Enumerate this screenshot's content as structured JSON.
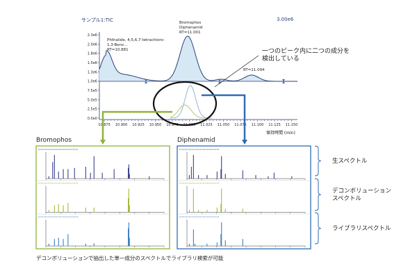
{
  "chromatogram": {
    "title": "サンプル1:TIC",
    "scale": "3.00e6",
    "xlabel": "保持時間 (min)",
    "yticks": [
      "2.3e6",
      "2.0e6",
      "1.8e6",
      "1.5e6",
      "1.3e6",
      "1.0e6",
      "7.5e5",
      "5.0e5",
      "2.5e5",
      "0.0e0"
    ],
    "xticks": [
      "10.875",
      "10.900",
      "10.925",
      "10.950",
      "10.975",
      "11.000",
      "11.025",
      "11.050",
      "11.075",
      "11.100",
      "11.125",
      "11.150"
    ],
    "peaks": [
      {
        "label": "Phthalide, 4,5,6,7-tetrachloro-\n1,3-Benz...\nRT=10.881",
        "rt": 10.881
      },
      {
        "label": "Bromophos\nDiphenamid\nRT=11.001",
        "rt": 11.001
      },
      {
        "label": "RT=11.094",
        "rt": 11.094
      }
    ]
  },
  "annotation": {
    "line1": "一つのピーク内に二つの成分を",
    "line2": "検出している"
  },
  "compounds": [
    {
      "name": "Bromophos",
      "color": "#8db33a"
    },
    {
      "name": "Diphenamid",
      "color": "#2e6db4"
    }
  ],
  "row_labels": {
    "raw": "生スペクトル",
    "deconv1": "デコンボリューション",
    "deconv2": "スペクトル",
    "library": "ライブラリスペクトル"
  },
  "caption": "デコンボリューションで抽出した単一成分のスペクトルでライブラリ検索が可能",
  "chart_data": {
    "type": "line",
    "x_range": [
      10.875,
      11.15
    ],
    "spectra_mz_range": [
      50,
      450
    ],
    "spectra": {
      "Bromophos": {
        "raw": [
          [
            60,
            0.1
          ],
          [
            73,
            0.7
          ],
          [
            79,
            1.0
          ],
          [
            93,
            0.3
          ],
          [
            109,
            0.4
          ],
          [
            125,
            0.4
          ],
          [
            147,
            0.45
          ],
          [
            185,
            0.5
          ],
          [
            201,
            0.25
          ],
          [
            213,
            0.95
          ],
          [
            241,
            0.25
          ],
          [
            281,
            0.4
          ],
          [
            329,
            0.45
          ],
          [
            331,
            0.6
          ],
          [
            333,
            0.2
          ],
          [
            400,
            0.1
          ]
        ],
        "deconv": [
          [
            60,
            0.1
          ],
          [
            79,
            0.3
          ],
          [
            93,
            0.35
          ],
          [
            109,
            0.3
          ],
          [
            125,
            0.4
          ],
          [
            185,
            0.2
          ],
          [
            213,
            0.2
          ],
          [
            329,
            0.6
          ],
          [
            331,
            1.0
          ],
          [
            333,
            0.3
          ]
        ],
        "library": [
          [
            60,
            0.1
          ],
          [
            79,
            0.3
          ],
          [
            93,
            0.35
          ],
          [
            109,
            0.3
          ],
          [
            125,
            0.5
          ],
          [
            185,
            0.1
          ],
          [
            213,
            0.12
          ],
          [
            329,
            0.75
          ],
          [
            331,
            1.0
          ],
          [
            333,
            0.35
          ]
        ]
      },
      "Diphenamid": {
        "raw": [
          [
            58,
            0.15
          ],
          [
            65,
            0.5
          ],
          [
            72,
            1.0
          ],
          [
            89,
            0.15
          ],
          [
            118,
            0.15
          ],
          [
            152,
            0.3
          ],
          [
            165,
            0.4
          ],
          [
            167,
            0.95
          ],
          [
            180,
            0.2
          ],
          [
            239,
            0.35
          ],
          [
            283,
            0.15
          ],
          [
            325,
            0.1
          ],
          [
            345,
            0.25
          ],
          [
            405,
            0.1
          ]
        ],
        "deconv": [
          [
            58,
            0.1
          ],
          [
            72,
            1.0
          ],
          [
            89,
            0.1
          ],
          [
            118,
            0.1
          ],
          [
            152,
            0.2
          ],
          [
            165,
            0.35
          ],
          [
            167,
            1.0
          ],
          [
            180,
            0.15
          ],
          [
            239,
            0.15
          ]
        ],
        "library": [
          [
            58,
            0.1
          ],
          [
            72,
            0.7
          ],
          [
            77,
            0.1
          ],
          [
            118,
            0.1
          ],
          [
            152,
            0.15
          ],
          [
            165,
            0.5
          ],
          [
            167,
            1.0
          ],
          [
            180,
            0.25
          ],
          [
            239,
            0.3
          ]
        ]
      }
    }
  }
}
